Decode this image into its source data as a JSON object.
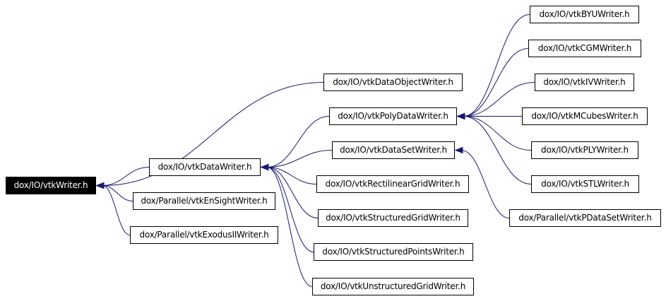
{
  "graph": {
    "nodes": {
      "vtkWriter": "dox/IO/vtkWriter.h",
      "vtkDataWriter": "dox/IO/vtkDataWriter.h",
      "vtkEnSightWriter": "dox/Parallel/vtkEnSightWriter.h",
      "vtkExodusIIWriter": "dox/Parallel/vtkExodusIIWriter.h",
      "vtkDataObjectWriter": "dox/IO/vtkDataObjectWriter.h",
      "vtkPolyDataWriter": "dox/IO/vtkPolyDataWriter.h",
      "vtkDataSetWriter": "dox/IO/vtkDataSetWriter.h",
      "vtkRectilinearGridWriter": "dox/IO/vtkRectilinearGridWriter.h",
      "vtkStructuredGridWriter": "dox/IO/vtkStructuredGridWriter.h",
      "vtkStructuredPointsWriter": "dox/IO/vtkStructuredPointsWriter.h",
      "vtkUnstructuredGridWriter": "dox/IO/vtkUnstructuredGridWriter.h",
      "vtkBYUWriter": "dox/IO/vtkBYUWriter.h",
      "vtkCGMWriter": "dox/IO/vtkCGMWriter.h",
      "vtkIVWriter": "dox/IO/vtkIVWriter.h",
      "vtkMCubesWriter": "dox/IO/vtkMCubesWriter.h",
      "vtkPLYWriter": "dox/IO/vtkPLYWriter.h",
      "vtkSTLWriter": "dox/IO/vtkSTLWriter.h",
      "vtkPDataSetWriter": "dox/Parallel/vtkPDataSetWriter.h"
    },
    "edges": [
      {
        "from": "vtkDataObjectWriter",
        "to": "vtkWriter"
      },
      {
        "from": "vtkDataWriter",
        "to": "vtkWriter"
      },
      {
        "from": "vtkEnSightWriter",
        "to": "vtkWriter"
      },
      {
        "from": "vtkExodusIIWriter",
        "to": "vtkWriter"
      },
      {
        "from": "vtkPolyDataWriter",
        "to": "vtkDataWriter"
      },
      {
        "from": "vtkDataSetWriter",
        "to": "vtkDataWriter"
      },
      {
        "from": "vtkRectilinearGridWriter",
        "to": "vtkDataWriter"
      },
      {
        "from": "vtkStructuredGridWriter",
        "to": "vtkDataWriter"
      },
      {
        "from": "vtkStructuredPointsWriter",
        "to": "vtkDataWriter"
      },
      {
        "from": "vtkUnstructuredGridWriter",
        "to": "vtkDataWriter"
      },
      {
        "from": "vtkBYUWriter",
        "to": "vtkPolyDataWriter"
      },
      {
        "from": "vtkCGMWriter",
        "to": "vtkPolyDataWriter"
      },
      {
        "from": "vtkIVWriter",
        "to": "vtkPolyDataWriter"
      },
      {
        "from": "vtkMCubesWriter",
        "to": "vtkPolyDataWriter"
      },
      {
        "from": "vtkPLYWriter",
        "to": "vtkPolyDataWriter"
      },
      {
        "from": "vtkSTLWriter",
        "to": "vtkPolyDataWriter"
      },
      {
        "from": "vtkPDataSetWriter",
        "to": "vtkDataSetWriter"
      }
    ],
    "colors": {
      "edge": "#191970",
      "root_background": "#000000",
      "root_text": "#ffffff",
      "node_background": "#ffffff",
      "node_border": "#000000"
    }
  }
}
